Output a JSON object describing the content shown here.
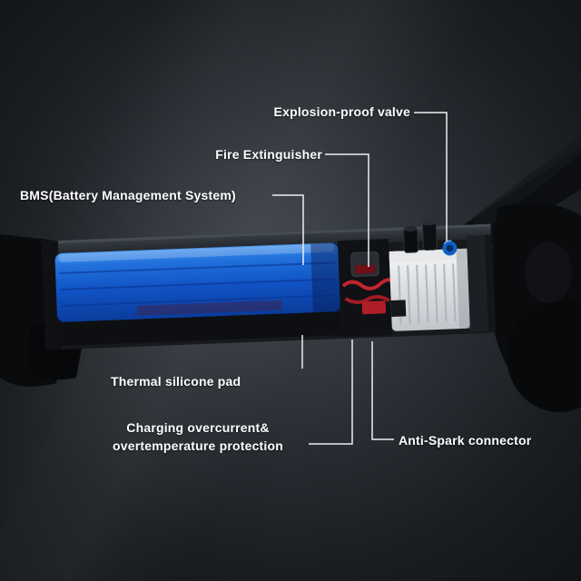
{
  "diagram": {
    "callouts": {
      "explosion_valve": "Explosion-proof valve",
      "fire_extinguisher": "Fire Extinguisher",
      "bms": "BMS(Battery Management System)",
      "thermal_pad": "Thermal silicone pad",
      "charging_protection": "Charging overcurrent&\novertemperature protection",
      "anti_spark": "Anti-Spark connector"
    },
    "colors": {
      "background_center": "#40454c",
      "background_edge": "#111316",
      "battery_blue": "#1257c8",
      "module_white": "#e9ebed",
      "wire_red": "#c2242e",
      "label_text": "#fdfdfd",
      "leader_line": "#eceff1"
    }
  }
}
